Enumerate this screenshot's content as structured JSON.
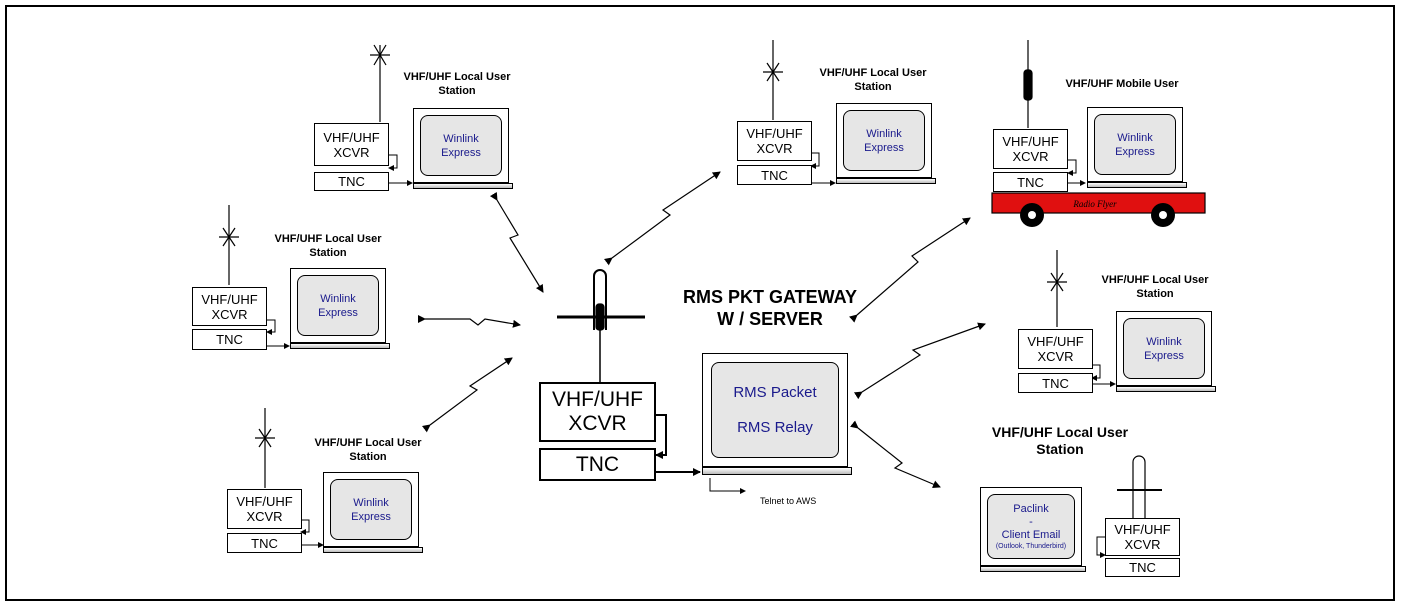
{
  "gateway": {
    "title_line1": "RMS PKT GATEWAY",
    "title_line2": "W / SERVER",
    "xcvr_line1": "VHF/UHF",
    "xcvr_line2": "XCVR",
    "tnc": "TNC",
    "screen_line1": "RMS Packet",
    "screen_line2": "RMS Relay",
    "telnet": "Telnet to AWS"
  },
  "local_station": {
    "label_line1": "VHF/UHF Local User",
    "label_line2": "Station",
    "xcvr_line1": "VHF/UHF",
    "xcvr_line2": "XCVR",
    "tnc": "TNC",
    "screen_line1": "Winlink",
    "screen_line2": "Express"
  },
  "mobile_station": {
    "label": "VHF/UHF Mobile User",
    "wagon_text": "Radio Flyer",
    "wagon_color": "#e01010"
  },
  "paclink_station": {
    "label_line1": "VHF/UHF Local User",
    "label_line2": "Station",
    "screen_line1": "Paclink",
    "screen_line2": "-",
    "screen_line3": "Client Email",
    "screen_line4": "(Outlook, Thunderbird)"
  },
  "colors": {
    "screen_text": "#1a1a8c",
    "screen_bg": "#e6e6e6"
  }
}
